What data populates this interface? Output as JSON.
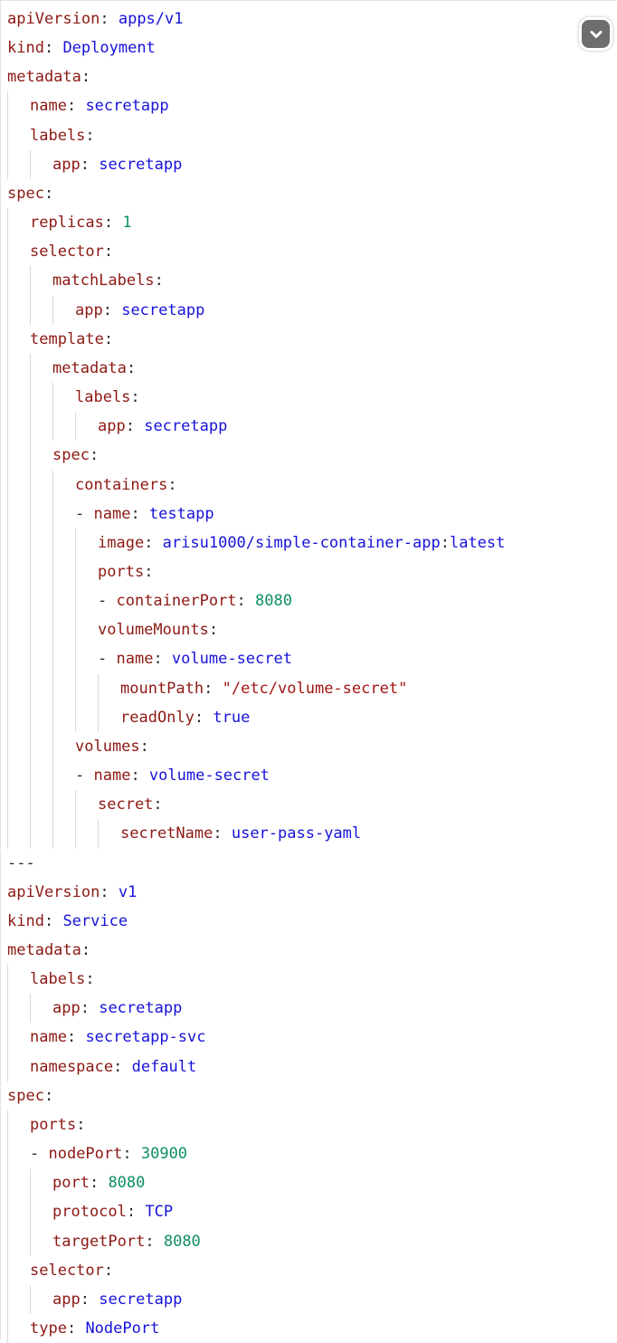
{
  "code_block": {
    "language": "yaml",
    "colors": {
      "key": "#8c1914",
      "string": "#1712d9",
      "quoted_string": "#a31515",
      "number": "#0d8f5f",
      "boolean": "#1712d9",
      "punctuation": "#2b2b2b",
      "guide": "#d9d9d9",
      "border": "#e4e4e4",
      "button_bg": "#6e6e6e",
      "button_icon": "#ffffff"
    },
    "collapse_button": {
      "icon": "chevron-down-icon"
    },
    "lines": [
      {
        "indent": 0,
        "tokens": [
          [
            "key",
            "apiVersion"
          ],
          [
            "pun",
            ": "
          ],
          [
            "str",
            "apps/v1"
          ]
        ]
      },
      {
        "indent": 0,
        "tokens": [
          [
            "key",
            "kind"
          ],
          [
            "pun",
            ": "
          ],
          [
            "str",
            "Deployment"
          ]
        ]
      },
      {
        "indent": 0,
        "tokens": [
          [
            "key",
            "metadata"
          ],
          [
            "pun",
            ":"
          ]
        ]
      },
      {
        "indent": 2,
        "tokens": [
          [
            "key",
            "name"
          ],
          [
            "pun",
            ": "
          ],
          [
            "str",
            "secretapp"
          ]
        ]
      },
      {
        "indent": 2,
        "tokens": [
          [
            "key",
            "labels"
          ],
          [
            "pun",
            ":"
          ]
        ]
      },
      {
        "indent": 4,
        "tokens": [
          [
            "key",
            "app"
          ],
          [
            "pun",
            ": "
          ],
          [
            "str",
            "secretapp"
          ]
        ]
      },
      {
        "indent": 0,
        "tokens": [
          [
            "key",
            "spec"
          ],
          [
            "pun",
            ":"
          ]
        ]
      },
      {
        "indent": 2,
        "tokens": [
          [
            "key",
            "replicas"
          ],
          [
            "pun",
            ": "
          ],
          [
            "num",
            "1"
          ]
        ]
      },
      {
        "indent": 2,
        "tokens": [
          [
            "key",
            "selector"
          ],
          [
            "pun",
            ":"
          ]
        ]
      },
      {
        "indent": 4,
        "tokens": [
          [
            "key",
            "matchLabels"
          ],
          [
            "pun",
            ":"
          ]
        ]
      },
      {
        "indent": 6,
        "tokens": [
          [
            "key",
            "app"
          ],
          [
            "pun",
            ": "
          ],
          [
            "str",
            "secretapp"
          ]
        ]
      },
      {
        "indent": 2,
        "tokens": [
          [
            "key",
            "template"
          ],
          [
            "pun",
            ":"
          ]
        ]
      },
      {
        "indent": 4,
        "tokens": [
          [
            "key",
            "metadata"
          ],
          [
            "pun",
            ":"
          ]
        ]
      },
      {
        "indent": 6,
        "tokens": [
          [
            "key",
            "labels"
          ],
          [
            "pun",
            ":"
          ]
        ]
      },
      {
        "indent": 8,
        "tokens": [
          [
            "key",
            "app"
          ],
          [
            "pun",
            ": "
          ],
          [
            "str",
            "secretapp"
          ]
        ]
      },
      {
        "indent": 4,
        "tokens": [
          [
            "key",
            "spec"
          ],
          [
            "pun",
            ":"
          ]
        ]
      },
      {
        "indent": 6,
        "tokens": [
          [
            "key",
            "containers"
          ],
          [
            "pun",
            ":"
          ]
        ]
      },
      {
        "indent": 6,
        "tokens": [
          [
            "pun",
            "- "
          ],
          [
            "key",
            "name"
          ],
          [
            "pun",
            ": "
          ],
          [
            "str",
            "testapp"
          ]
        ]
      },
      {
        "indent": 8,
        "tokens": [
          [
            "key",
            "image"
          ],
          [
            "pun",
            ": "
          ],
          [
            "str",
            "arisu1000/simple-container-app"
          ],
          [
            "pun",
            ":"
          ],
          [
            "str",
            "latest"
          ]
        ]
      },
      {
        "indent": 8,
        "tokens": [
          [
            "key",
            "ports"
          ],
          [
            "pun",
            ":"
          ]
        ]
      },
      {
        "indent": 8,
        "tokens": [
          [
            "pun",
            "- "
          ],
          [
            "key",
            "containerPort"
          ],
          [
            "pun",
            ": "
          ],
          [
            "num",
            "8080"
          ]
        ]
      },
      {
        "indent": 8,
        "tokens": [
          [
            "key",
            "volumeMounts"
          ],
          [
            "pun",
            ":"
          ]
        ]
      },
      {
        "indent": 8,
        "tokens": [
          [
            "pun",
            "- "
          ],
          [
            "key",
            "name"
          ],
          [
            "pun",
            ": "
          ],
          [
            "str",
            "volume-secret"
          ]
        ]
      },
      {
        "indent": 10,
        "tokens": [
          [
            "key",
            "mountPath"
          ],
          [
            "pun",
            ": "
          ],
          [
            "qstr",
            "\"/etc/volume-secret\""
          ]
        ]
      },
      {
        "indent": 10,
        "tokens": [
          [
            "key",
            "readOnly"
          ],
          [
            "pun",
            ": "
          ],
          [
            "bool",
            "true"
          ]
        ]
      },
      {
        "indent": 6,
        "tokens": [
          [
            "key",
            "volumes"
          ],
          [
            "pun",
            ":"
          ]
        ]
      },
      {
        "indent": 6,
        "tokens": [
          [
            "pun",
            "- "
          ],
          [
            "key",
            "name"
          ],
          [
            "pun",
            ": "
          ],
          [
            "str",
            "volume-secret"
          ]
        ]
      },
      {
        "indent": 8,
        "tokens": [
          [
            "key",
            "secret"
          ],
          [
            "pun",
            ":"
          ]
        ]
      },
      {
        "indent": 10,
        "tokens": [
          [
            "key",
            "secretName"
          ],
          [
            "pun",
            ": "
          ],
          [
            "str",
            "user-pass-yaml"
          ]
        ]
      },
      {
        "indent": 0,
        "tokens": [
          [
            "pun",
            "---"
          ]
        ]
      },
      {
        "indent": 0,
        "tokens": [
          [
            "key",
            "apiVersion"
          ],
          [
            "pun",
            ": "
          ],
          [
            "str",
            "v1"
          ]
        ]
      },
      {
        "indent": 0,
        "tokens": [
          [
            "key",
            "kind"
          ],
          [
            "pun",
            ": "
          ],
          [
            "str",
            "Service"
          ]
        ]
      },
      {
        "indent": 0,
        "tokens": [
          [
            "key",
            "metadata"
          ],
          [
            "pun",
            ":"
          ]
        ]
      },
      {
        "indent": 2,
        "tokens": [
          [
            "key",
            "labels"
          ],
          [
            "pun",
            ":"
          ]
        ]
      },
      {
        "indent": 4,
        "tokens": [
          [
            "key",
            "app"
          ],
          [
            "pun",
            ": "
          ],
          [
            "str",
            "secretapp"
          ]
        ]
      },
      {
        "indent": 2,
        "tokens": [
          [
            "key",
            "name"
          ],
          [
            "pun",
            ": "
          ],
          [
            "str",
            "secretapp-svc"
          ]
        ]
      },
      {
        "indent": 2,
        "tokens": [
          [
            "key",
            "namespace"
          ],
          [
            "pun",
            ": "
          ],
          [
            "str",
            "default"
          ]
        ]
      },
      {
        "indent": 0,
        "tokens": [
          [
            "key",
            "spec"
          ],
          [
            "pun",
            ":"
          ]
        ]
      },
      {
        "indent": 2,
        "tokens": [
          [
            "key",
            "ports"
          ],
          [
            "pun",
            ":"
          ]
        ]
      },
      {
        "indent": 2,
        "tokens": [
          [
            "pun",
            "- "
          ],
          [
            "key",
            "nodePort"
          ],
          [
            "pun",
            ": "
          ],
          [
            "num",
            "30900"
          ]
        ]
      },
      {
        "indent": 4,
        "tokens": [
          [
            "key",
            "port"
          ],
          [
            "pun",
            ": "
          ],
          [
            "num",
            "8080"
          ]
        ]
      },
      {
        "indent": 4,
        "tokens": [
          [
            "key",
            "protocol"
          ],
          [
            "pun",
            ": "
          ],
          [
            "str",
            "TCP"
          ]
        ]
      },
      {
        "indent": 4,
        "tokens": [
          [
            "key",
            "targetPort"
          ],
          [
            "pun",
            ": "
          ],
          [
            "num",
            "8080"
          ]
        ]
      },
      {
        "indent": 2,
        "tokens": [
          [
            "key",
            "selector"
          ],
          [
            "pun",
            ":"
          ]
        ]
      },
      {
        "indent": 4,
        "tokens": [
          [
            "key",
            "app"
          ],
          [
            "pun",
            ": "
          ],
          [
            "str",
            "secretapp"
          ]
        ]
      },
      {
        "indent": 2,
        "tokens": [
          [
            "key",
            "type"
          ],
          [
            "pun",
            ": "
          ],
          [
            "str",
            "NodePort"
          ]
        ]
      }
    ]
  }
}
